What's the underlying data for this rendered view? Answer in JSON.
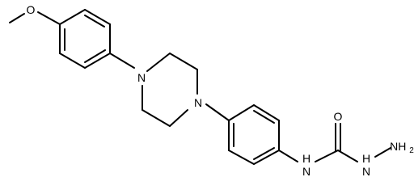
{
  "labels": {
    "methoxy_oxygen": "O",
    "piperazine_n_top": "N",
    "piperazine_n_bottom": "N",
    "carbonyl_oxygen": "O",
    "amide_nh": "H\nN",
    "hydrazine_nh": "H\nN",
    "terminal_nh2": "NH",
    "nh2_subscript": "2"
  }
}
